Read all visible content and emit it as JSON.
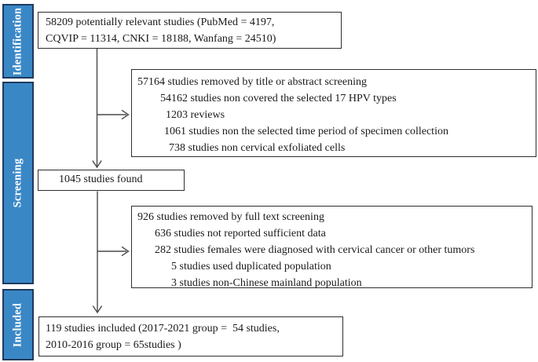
{
  "colors": {
    "stage_fill": "#3a87c6",
    "stage_border": "#1e3a5f",
    "box_border": "#2e2e2e",
    "arrow": "#4a4a4a",
    "stage_text": "#ffffff"
  },
  "stages": [
    {
      "label": "Identification"
    },
    {
      "label": "Screening"
    },
    {
      "label": "Included"
    }
  ],
  "boxes": {
    "identified": {
      "text": "58209 potentially relevant studies (PubMed = 4197,\nCQVIP = 11314, CNKI = 18188, Wanfang = 24510)"
    },
    "title_abstract_removed": {
      "lines": [
        {
          "text": "57164 studies removed by title or abstract screening"
        },
        {
          "text": "54162 studies non covered the selected 17 HPV types"
        },
        {
          "text": "1203 reviews"
        },
        {
          "text": "1061 studies non the selected time period of specimen collection"
        },
        {
          "text": "738 studies non cervical exfoliated cells"
        }
      ]
    },
    "found": {
      "text": "1045 studies found"
    },
    "full_text_removed": {
      "lines": [
        {
          "text": "926 studies removed by full text screening"
        },
        {
          "text": "636 studies not reported sufficient data"
        },
        {
          "text": "282 studies females were diagnosed with cervical cancer or other tumors"
        },
        {
          "text": "5 studies used duplicated population"
        },
        {
          "text": "3 studies non-Chinese mainland population"
        }
      ]
    },
    "included": {
      "text": "119 studies included (2017-2021 group =  54 studies,\n2010-2016 group = 65studies )"
    }
  }
}
